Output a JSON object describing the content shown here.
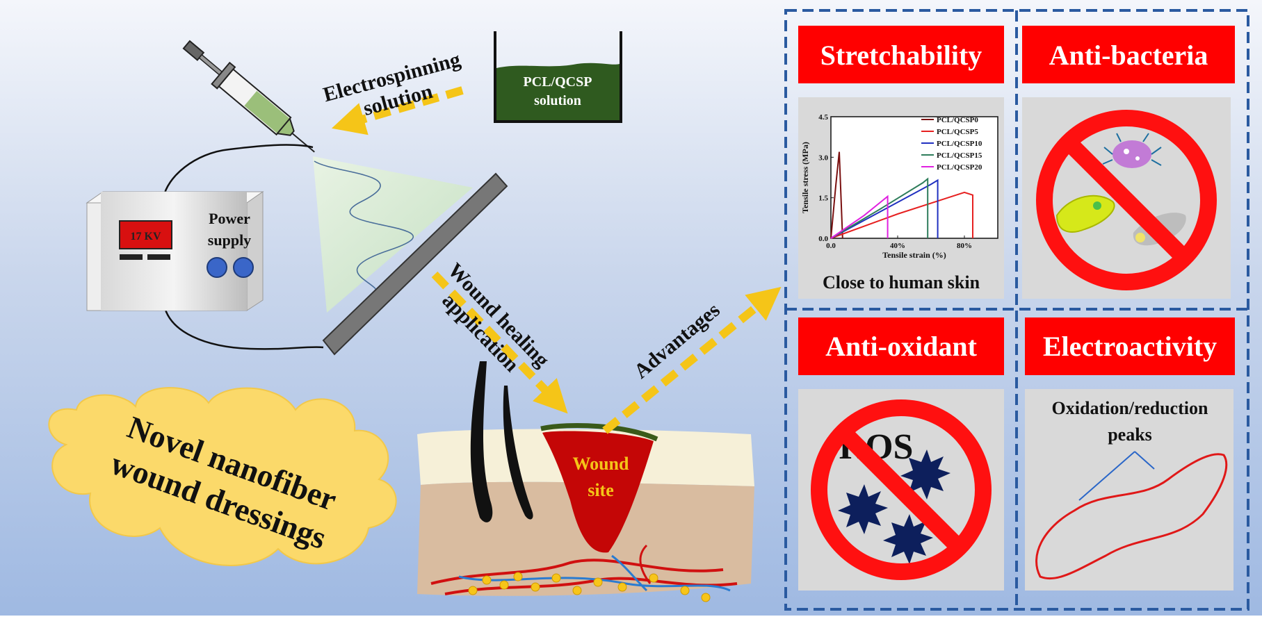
{
  "electrospinning": {
    "solution_beaker_label": [
      "PCL/QCSP",
      "solution"
    ],
    "arrow_label": [
      "Electrospinning",
      "solution"
    ],
    "power_supply_display": "17 KV",
    "power_supply_label": [
      "Power",
      "supply"
    ]
  },
  "title_cloud": [
    "Novel nanofiber",
    "wound dressings"
  ],
  "flow_labels": {
    "wound_healing": [
      "Wound healing",
      "application"
    ],
    "advantages": "Advantages",
    "wound_site": [
      "Wound",
      "site"
    ]
  },
  "advantages": {
    "stretchability": {
      "title": "Stretchability",
      "caption": "Close to human skin"
    },
    "antibacteria": {
      "title": "Anti-bacteria"
    },
    "antioxidant": {
      "title": "Anti-oxidant",
      "ros_label": "ROS"
    },
    "electroactivity": {
      "title": "Electroactivity",
      "caption": [
        "Oxidation/reduction",
        "peaks"
      ]
    }
  },
  "colors": {
    "title_red": "#ff0000",
    "prohibition_red": "#ff1010",
    "dash_arrow": "#f5c518",
    "panel_border": "#2a5aa0",
    "cloud": "#fbd96a"
  },
  "chart_data": {
    "type": "line",
    "xlabel": "Tensile strain (%)",
    "ylabel": "Tensile stress (MPa)",
    "xlim": [
      0,
      100
    ],
    "ylim": [
      0,
      4.5
    ],
    "xticks": [
      "0.0",
      "40%",
      "80%"
    ],
    "yticks": [
      "0.0",
      "1.5",
      "3.0",
      "4.5"
    ],
    "legend_position": "top-right",
    "series": [
      {
        "name": "PCL/QCSP0",
        "color": "#7a1010",
        "x": [
          0,
          3,
          5,
          7
        ],
        "y": [
          0,
          2.0,
          3.2,
          0
        ]
      },
      {
        "name": "PCL/QCSP5",
        "color": "#e62020",
        "x": [
          0,
          40,
          70,
          80,
          85,
          85
        ],
        "y": [
          0,
          0.9,
          1.5,
          1.7,
          1.6,
          0
        ]
      },
      {
        "name": "PCL/QCSP10",
        "color": "#2030c0",
        "x": [
          0,
          30,
          60,
          64,
          64
        ],
        "y": [
          0,
          1.0,
          2.0,
          2.15,
          0
        ]
      },
      {
        "name": "PCL/QCSP15",
        "color": "#2e7d5b",
        "x": [
          0,
          30,
          55,
          58,
          58
        ],
        "y": [
          0,
          1.1,
          2.05,
          2.2,
          0
        ]
      },
      {
        "name": "PCL/QCSP20",
        "color": "#e020e0",
        "x": [
          0,
          20,
          34,
          34
        ],
        "y": [
          0,
          0.85,
          1.55,
          0
        ]
      }
    ]
  }
}
